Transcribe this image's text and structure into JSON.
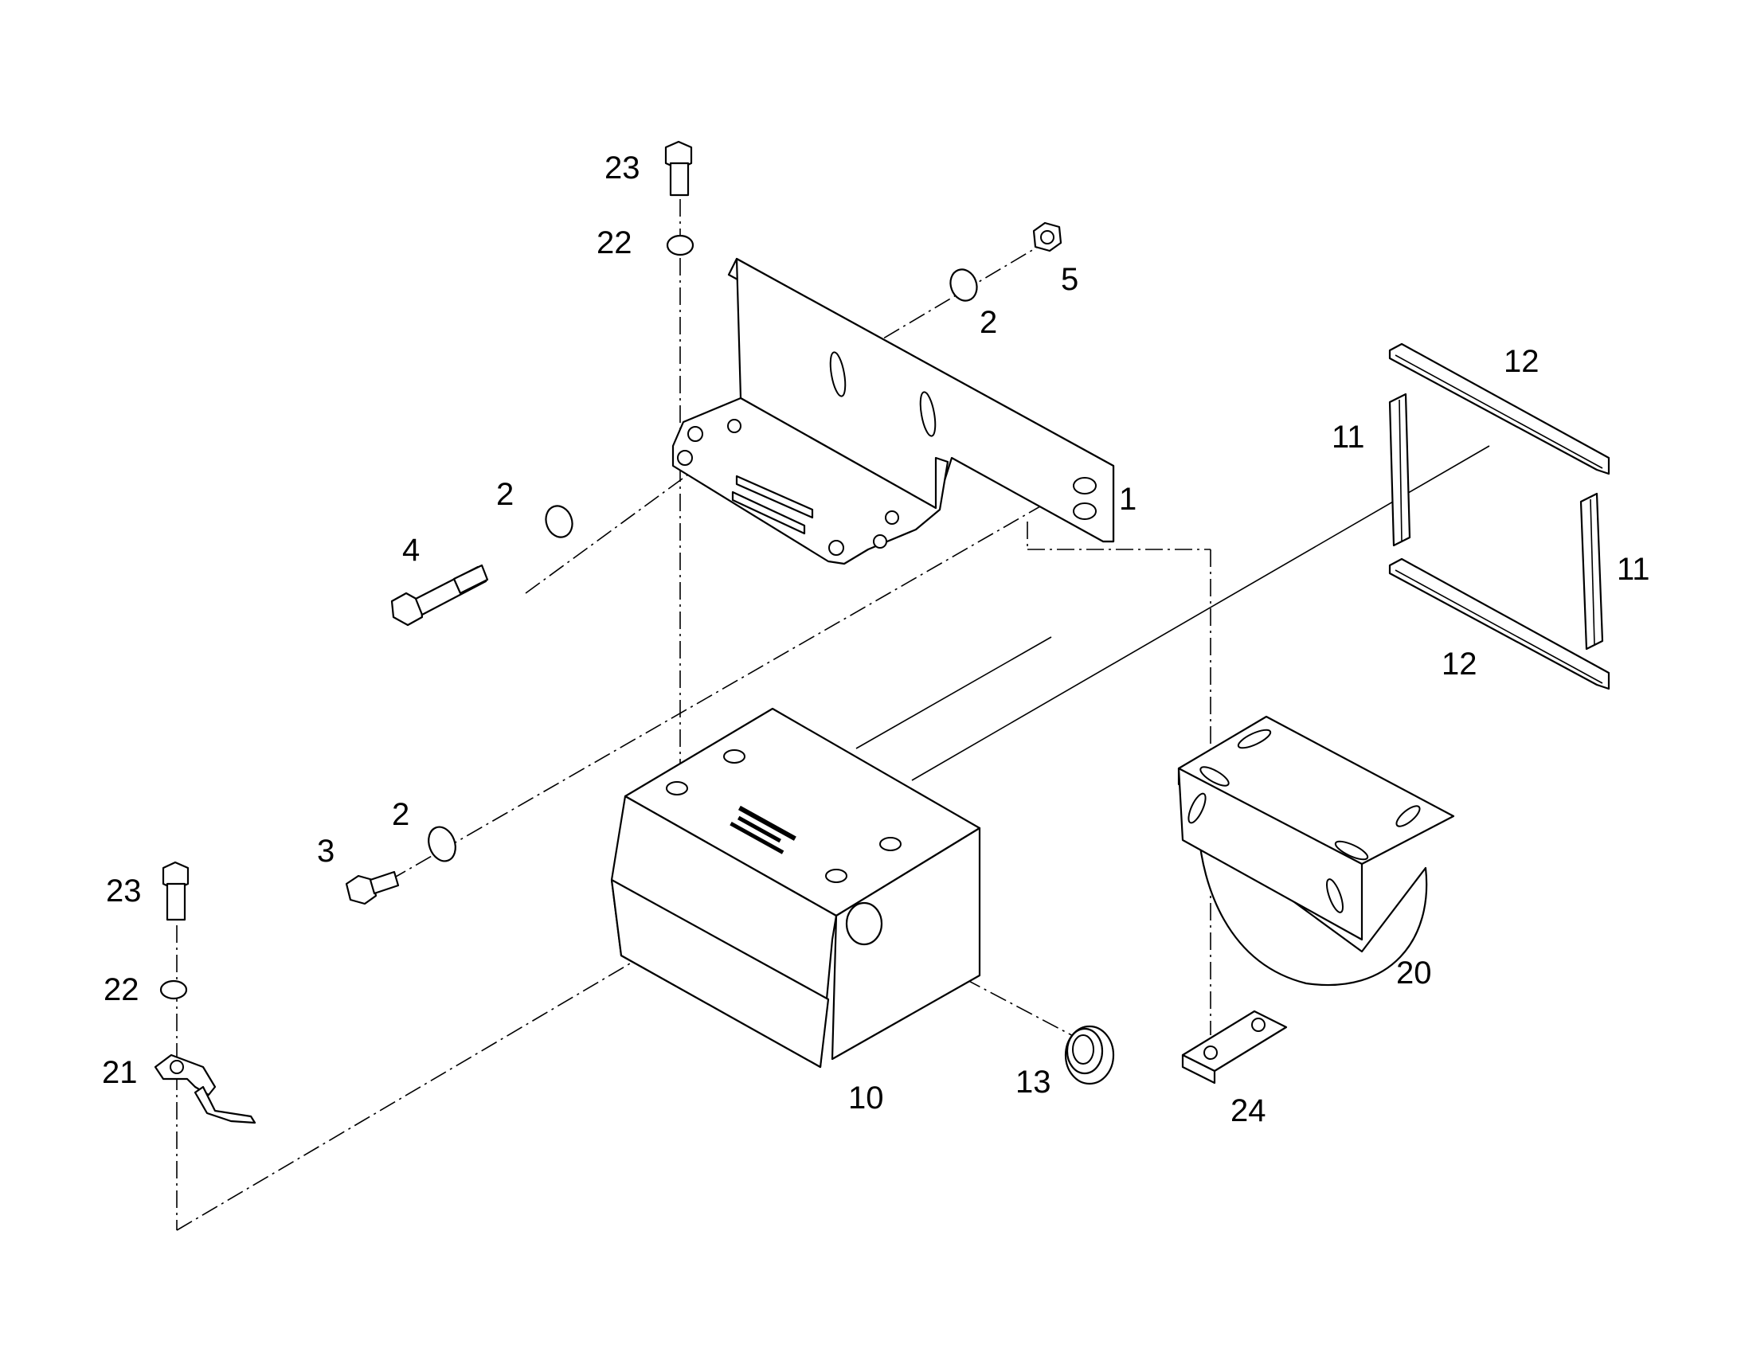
{
  "diagram": {
    "type": "exploded parts view",
    "callouts": {
      "p1": "1",
      "p2a": "2",
      "p2b": "2",
      "p2c": "2",
      "p3": "3",
      "p4": "4",
      "p5": "5",
      "p10": "10",
      "p11a": "11",
      "p11b": "11",
      "p12a": "12",
      "p12b": "12",
      "p13": "13",
      "p20": "20",
      "p21": "21",
      "p22a": "22",
      "p22b": "22",
      "p23a": "23",
      "p23b": "23",
      "p24": "24"
    },
    "colors": {
      "line": "#000000",
      "background": "#ffffff"
    }
  }
}
